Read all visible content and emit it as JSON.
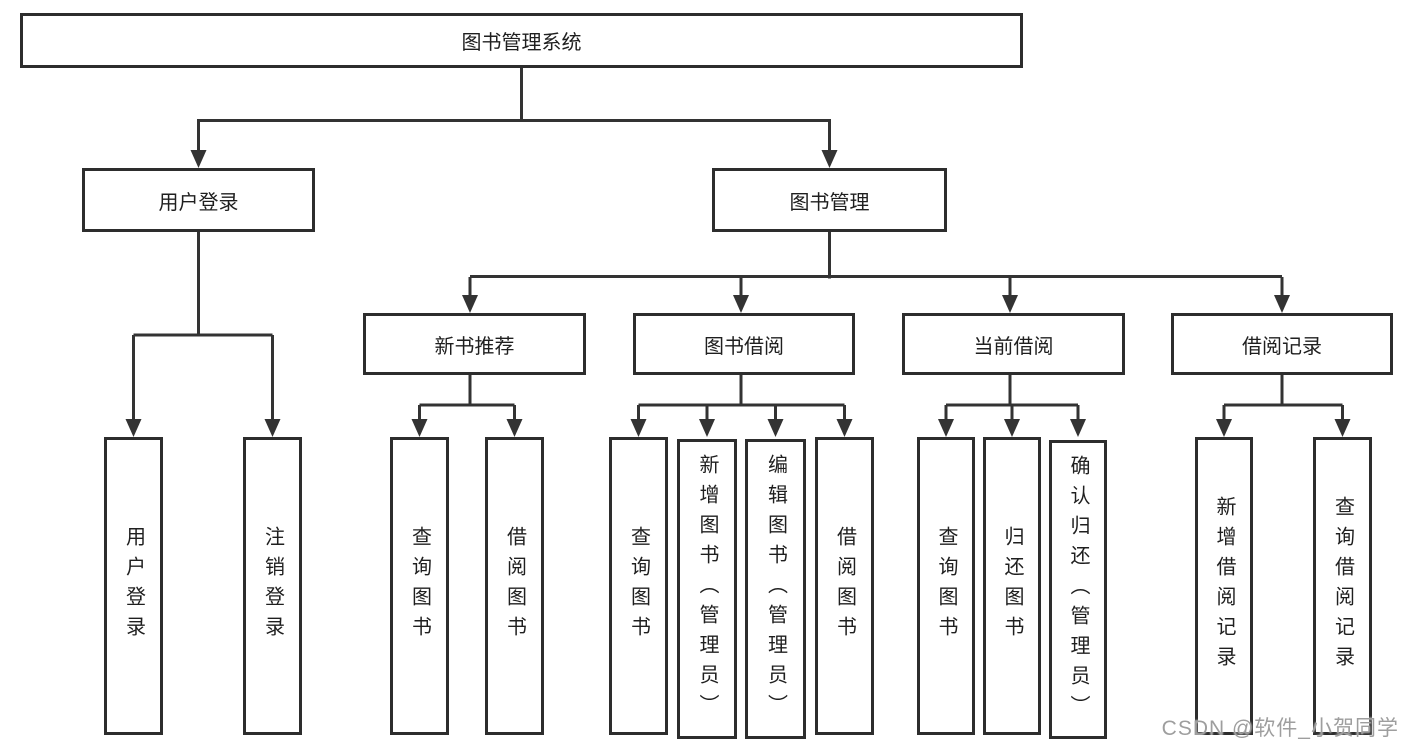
{
  "tree": {
    "label": "图书管理系统",
    "children": [
      {
        "label": "用户登录",
        "children": [
          {
            "label": "用户登录"
          },
          {
            "label": "注销登录"
          }
        ]
      },
      {
        "label": "图书管理",
        "children": [
          {
            "label": "新书推荐",
            "children": [
              {
                "label": "查询图书"
              },
              {
                "label": "借阅图书"
              }
            ]
          },
          {
            "label": "图书借阅",
            "children": [
              {
                "label": "查询图书"
              },
              {
                "label": "新增图书（管理员）"
              },
              {
                "label": "编辑图书（管理员）"
              },
              {
                "label": "借阅图书"
              }
            ]
          },
          {
            "label": "当前借阅",
            "children": [
              {
                "label": "查询图书"
              },
              {
                "label": "归还图书"
              },
              {
                "label": "确认归还（管理员）"
              }
            ]
          },
          {
            "label": "借阅记录",
            "children": [
              {
                "label": "新增借阅记录"
              },
              {
                "label": "查询借阅记录"
              }
            ]
          }
        ]
      }
    ]
  },
  "watermark": "CSDN @软件_小贺同学",
  "colors": {
    "line": "#333333",
    "box_border": "#2d2d2d",
    "text": "#1f1f1f",
    "watermark": "#9e9e9e",
    "background": "#ffffff"
  }
}
